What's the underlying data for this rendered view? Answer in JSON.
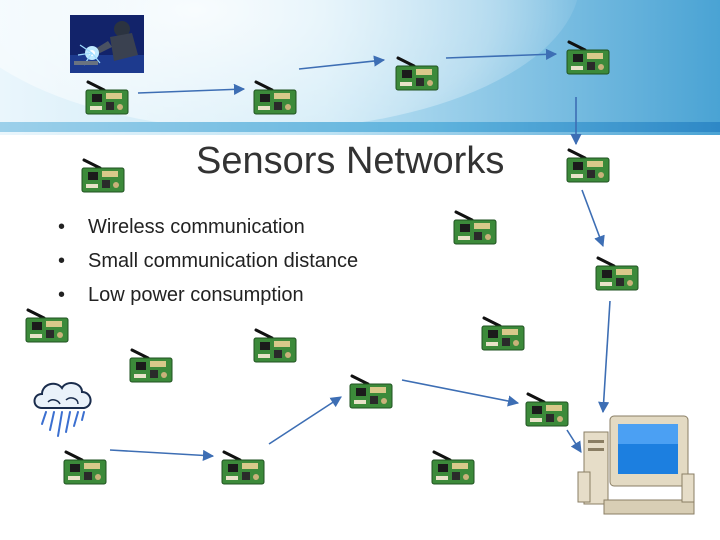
{
  "title": "Sensors Networks",
  "bullets": [
    "Wireless communication",
    "Small communication distance",
    "Low power consumption"
  ],
  "icons": {
    "node": "sensor-node-board-icon",
    "source": "welder-icon",
    "weather": "rain-cloud-icon",
    "sink": "desktop-computer-icon"
  },
  "colors": {
    "header_start": "#eaf6fc",
    "header_end": "#2e88c6",
    "arrow": "#3d6eb4",
    "title": "#333333",
    "board": "#3c8a3a"
  }
}
